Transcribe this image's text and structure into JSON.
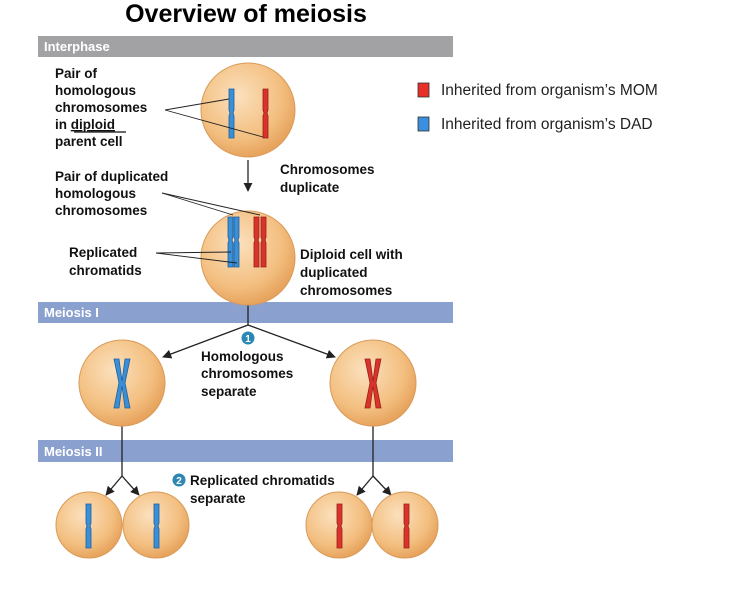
{
  "title": "Overview of meiosis",
  "stages": {
    "interphase": "Interphase",
    "meiosis1": "Meiosis I",
    "meiosis2": "Meiosis II"
  },
  "labels": {
    "pair_homologous": [
      "Pair of",
      "homologous",
      "chromosomes",
      "in ",
      "diploid",
      "parent cell"
    ],
    "chrom_duplicate": [
      "Chromosomes",
      "duplicate"
    ],
    "pair_duplicated": [
      "Pair of duplicated",
      "homologous",
      "chromosomes"
    ],
    "replicated_chromatids": [
      "Replicated",
      "chromatids"
    ],
    "diploid_cell": [
      "Diploid cell with",
      "duplicated",
      "chromosomes"
    ],
    "step1_num": "1",
    "homologous_separate": [
      "Homologous",
      "chromosomes",
      "separate"
    ],
    "step2_num": "2",
    "chromatids_separate": [
      "Replicated chromatids",
      "separate"
    ]
  },
  "legend": [
    {
      "label": "Inherited from organism’s MOM",
      "color": "#e8302a"
    },
    {
      "label": "Inherited from organism’s DAD",
      "color": "#3b8fe0"
    }
  ],
  "colors": {
    "cell": "#f2bd7e",
    "interphase_bar": "#a2a2a4",
    "meiosis_bar": "#8aa0cf",
    "step_badge": "#2d87b5",
    "mom": "#d9342b",
    "dad": "#3a8fd6"
  }
}
